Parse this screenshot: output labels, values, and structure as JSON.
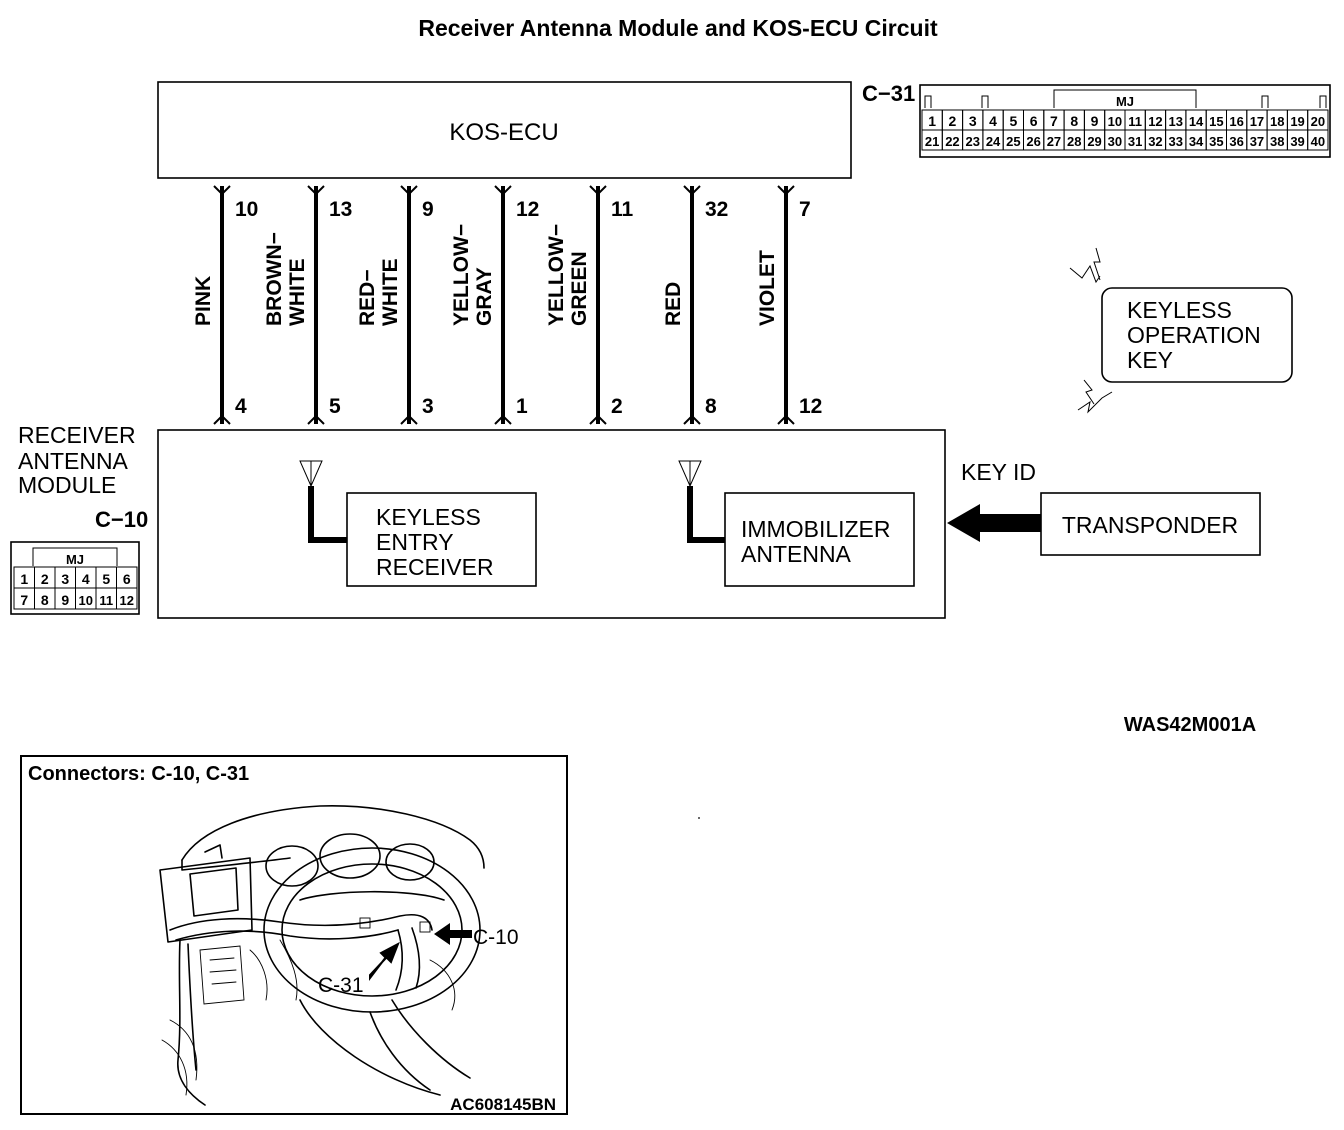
{
  "title": "Receiver Antenna  Module and KOS-ECU Circuit",
  "ecu": {
    "label": "KOS-ECU",
    "connector_id": "C−31",
    "connector_tag": "MJ",
    "pins_row1": [
      "1",
      "2",
      "3",
      "4",
      "5",
      "6",
      "7",
      "8",
      "9",
      "10",
      "11",
      "12",
      "13",
      "14",
      "15",
      "16",
      "17",
      "18",
      "19",
      "20"
    ],
    "pins_row2": [
      "21",
      "22",
      "23",
      "24",
      "25",
      "26",
      "27",
      "28",
      "29",
      "30",
      "31",
      "32",
      "33",
      "34",
      "35",
      "36",
      "37",
      "38",
      "39",
      "40"
    ]
  },
  "module": {
    "label_lines": [
      "RECEIVER",
      "ANTENNA",
      "MODULE"
    ],
    "connector_id": "C−10",
    "connector_tag": "MJ",
    "pins_row1": [
      "1",
      "2",
      "3",
      "4",
      "5",
      "6"
    ],
    "pins_row2": [
      "7",
      "8",
      "9",
      "10",
      "11",
      "12"
    ],
    "keyless_receiver_lines": [
      "KEYLESS",
      "ENTRY",
      "RECEIVER"
    ],
    "immobilizer_lines": [
      "IMMOBILIZER",
      "ANTENNA"
    ]
  },
  "wires": [
    {
      "ecu_pin": "10",
      "module_pin": "4",
      "color_lines": [
        "PINK"
      ]
    },
    {
      "ecu_pin": "13",
      "module_pin": "5",
      "color_lines": [
        "BROWN−",
        "WHITE"
      ]
    },
    {
      "ecu_pin": "9",
      "module_pin": "3",
      "color_lines": [
        "RED−",
        "WHITE"
      ]
    },
    {
      "ecu_pin": "12",
      "module_pin": "1",
      "color_lines": [
        "YELLOW−",
        "GRAY"
      ]
    },
    {
      "ecu_pin": "11",
      "module_pin": "2",
      "color_lines": [
        "YELLOW−",
        "GREEN"
      ]
    },
    {
      "ecu_pin": "32",
      "module_pin": "8",
      "color_lines": [
        "RED"
      ]
    },
    {
      "ecu_pin": "7",
      "module_pin": "12",
      "color_lines": [
        "VIOLET"
      ]
    }
  ],
  "keyless_key_lines": [
    "KEYLESS",
    "OPERATION",
    "KEY"
  ],
  "key_id_label": "KEY ID",
  "transponder_label": "TRANSPONDER",
  "diagram_code": "WAS42M001A",
  "inset": {
    "title": "Connectors: C-10, C-31",
    "callout_c10": "C-10",
    "callout_c31": "C-31",
    "code": "AC608145BN"
  }
}
